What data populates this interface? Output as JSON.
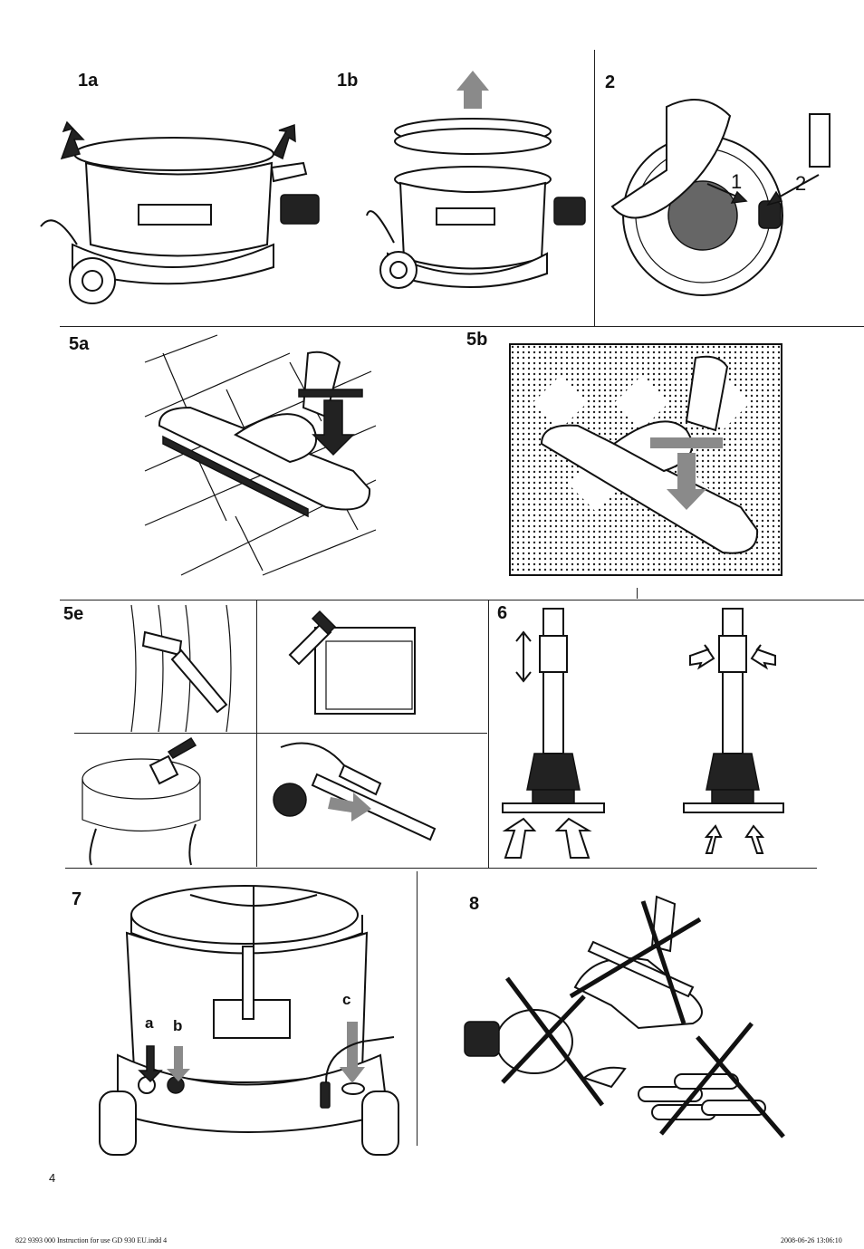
{
  "panels": {
    "p1a": "1a",
    "p1b": "1b",
    "p2": "2",
    "p5a": "5a",
    "p5b": "5b",
    "p5e": "5e",
    "p6": "6",
    "p7": "7",
    "p8": "8"
  },
  "figure2_callouts": {
    "one": "1",
    "two": "2"
  },
  "figure7_callouts": {
    "a": "a",
    "b": "b",
    "c": "c"
  },
  "page_number": "4",
  "footer": {
    "file": "822 9393 000 Instruction for use GD 930 EU.indd   4",
    "timestamp": "2008-06-26   13:06:10"
  },
  "colors": {
    "ink": "#111111",
    "arrow_gray": "#8a8a8a",
    "paper": "#ffffff"
  }
}
